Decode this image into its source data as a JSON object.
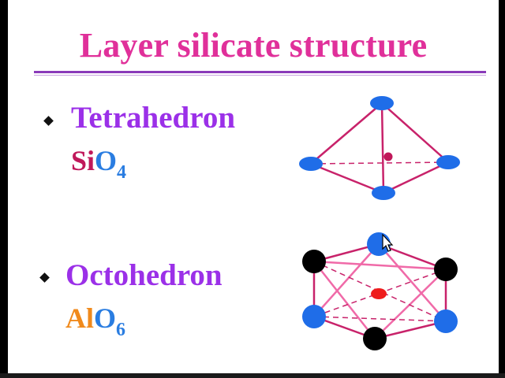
{
  "slide": {
    "title": "Layer silicate structure",
    "sections": [
      {
        "heading": "Tetrahedron",
        "formula": {
          "cation": "Si",
          "anion": "O",
          "subscript": "4"
        }
      },
      {
        "heading": "Octohedron",
        "formula": {
          "cation": "Al",
          "anion": "O",
          "subscript": "6"
        }
      }
    ]
  },
  "colors": {
    "title": "#e0309a",
    "heading": "#9b30e8",
    "si": "#c0185a",
    "al": "#f08a1c",
    "oxygen_text": "#2a7de1",
    "bond_line": "#c8226a",
    "octa_inner_line": "#f06aa8",
    "oxygen_atom": "#1f6de8",
    "black_atom": "#000000",
    "center_tetra": "#c0185a",
    "center_octa": "#ee1c1c"
  },
  "icons": [
    "bullet-diamond-icon",
    "mouse-pointer-icon"
  ]
}
